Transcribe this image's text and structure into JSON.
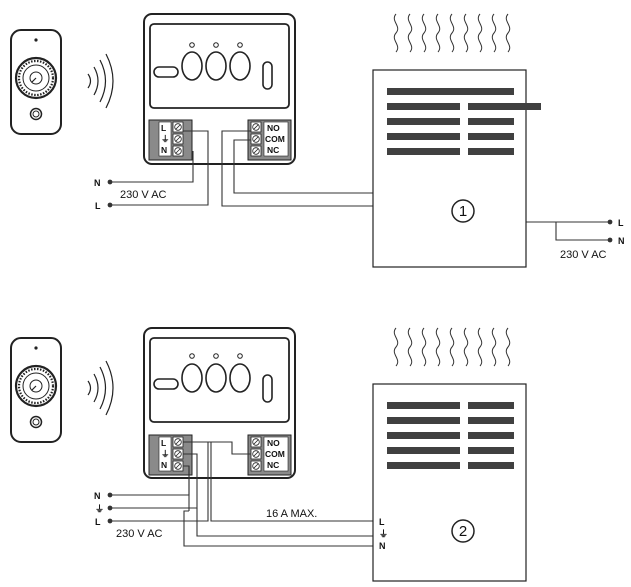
{
  "diagram1": {
    "number": "1",
    "supply_text": "230 V AC",
    "heater_supply_text": "230 V AC",
    "wire_labels": {
      "n": "N",
      "l": "L"
    },
    "heater_wire_labels": {
      "l": "L",
      "n": "N"
    },
    "module_terminals_left": [
      "L",
      "⏚",
      "N"
    ],
    "module_terminals_right": [
      "NO",
      "COM",
      "NC"
    ]
  },
  "diagram2": {
    "number": "2",
    "supply_text": "230 V AC",
    "max_current_text": "16 A MAX.",
    "wire_labels": {
      "n": "N",
      "pe": "⏚",
      "l": "L"
    },
    "heater_terminals": [
      "L",
      "⏚",
      "N"
    ],
    "module_terminals_left": [
      "L",
      "⏚",
      "N"
    ],
    "module_terminals_right": [
      "NO",
      "COM",
      "NC"
    ]
  },
  "colors": {
    "line": "#333333",
    "terminal_block": "#8a8a8a",
    "vent_bar": "#404040"
  },
  "icons": [
    "thermostat-icon",
    "wireless-signal-icon",
    "heat-waves-icon",
    "relay-module-icon",
    "heater-icon"
  ]
}
